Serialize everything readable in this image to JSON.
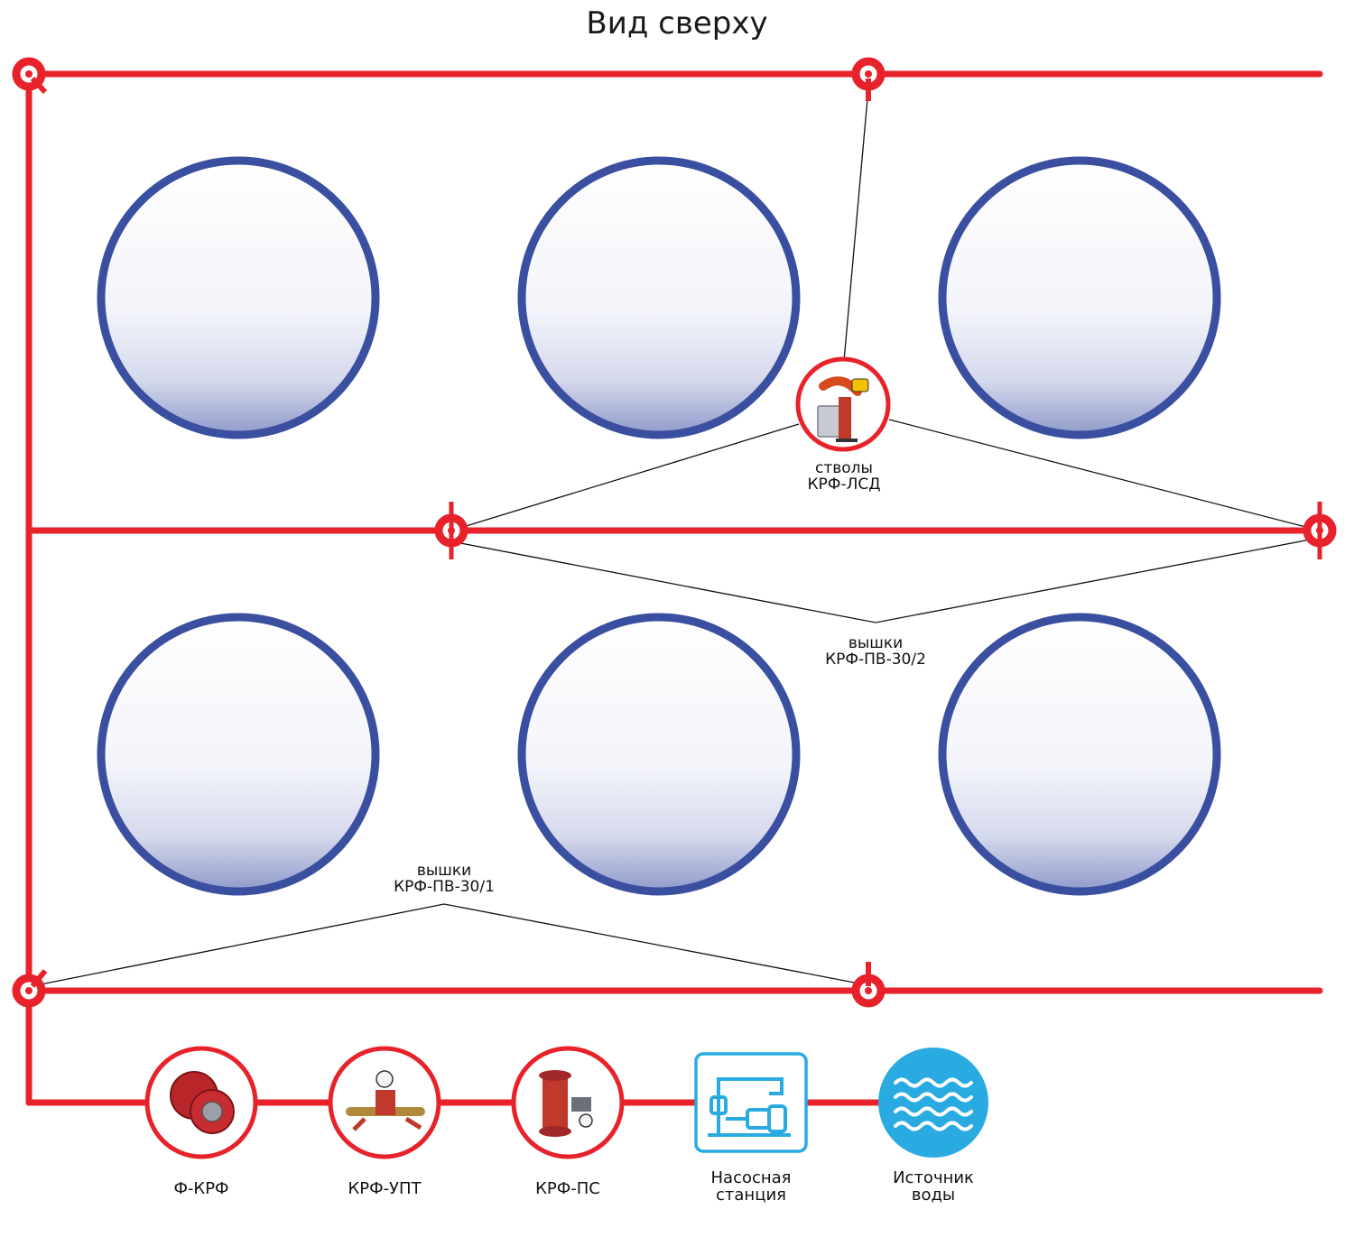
{
  "title": "Вид сверху",
  "labels": {
    "lsd": [
      "стволы",
      "КРФ-ЛСД"
    ],
    "pv2": [
      "вышки",
      "КРФ-ПВ-30/2"
    ],
    "pv1": [
      "вышки",
      "КРФ-ПВ-30/1"
    ]
  },
  "equipment": [
    {
      "label": [
        "Ф-КРФ"
      ],
      "icon": "flange-filter-icon"
    },
    {
      "label": [
        "КРФ-УПТ"
      ],
      "icon": "foam-dosing-unit-icon"
    },
    {
      "label": [
        "КРФ-ПС"
      ],
      "icon": "pipe-valve-icon"
    },
    {
      "label": [
        "Насосная",
        "станция"
      ],
      "icon": "pump-station-icon"
    },
    {
      "label": [
        "Источник",
        "воды"
      ],
      "icon": "water-source-icon"
    }
  ],
  "colors": {
    "pipe": "#e8222a",
    "tank_outline": "#3a4fa0",
    "pump_icon": "#29abe2",
    "water_icon": "#29abe2"
  }
}
